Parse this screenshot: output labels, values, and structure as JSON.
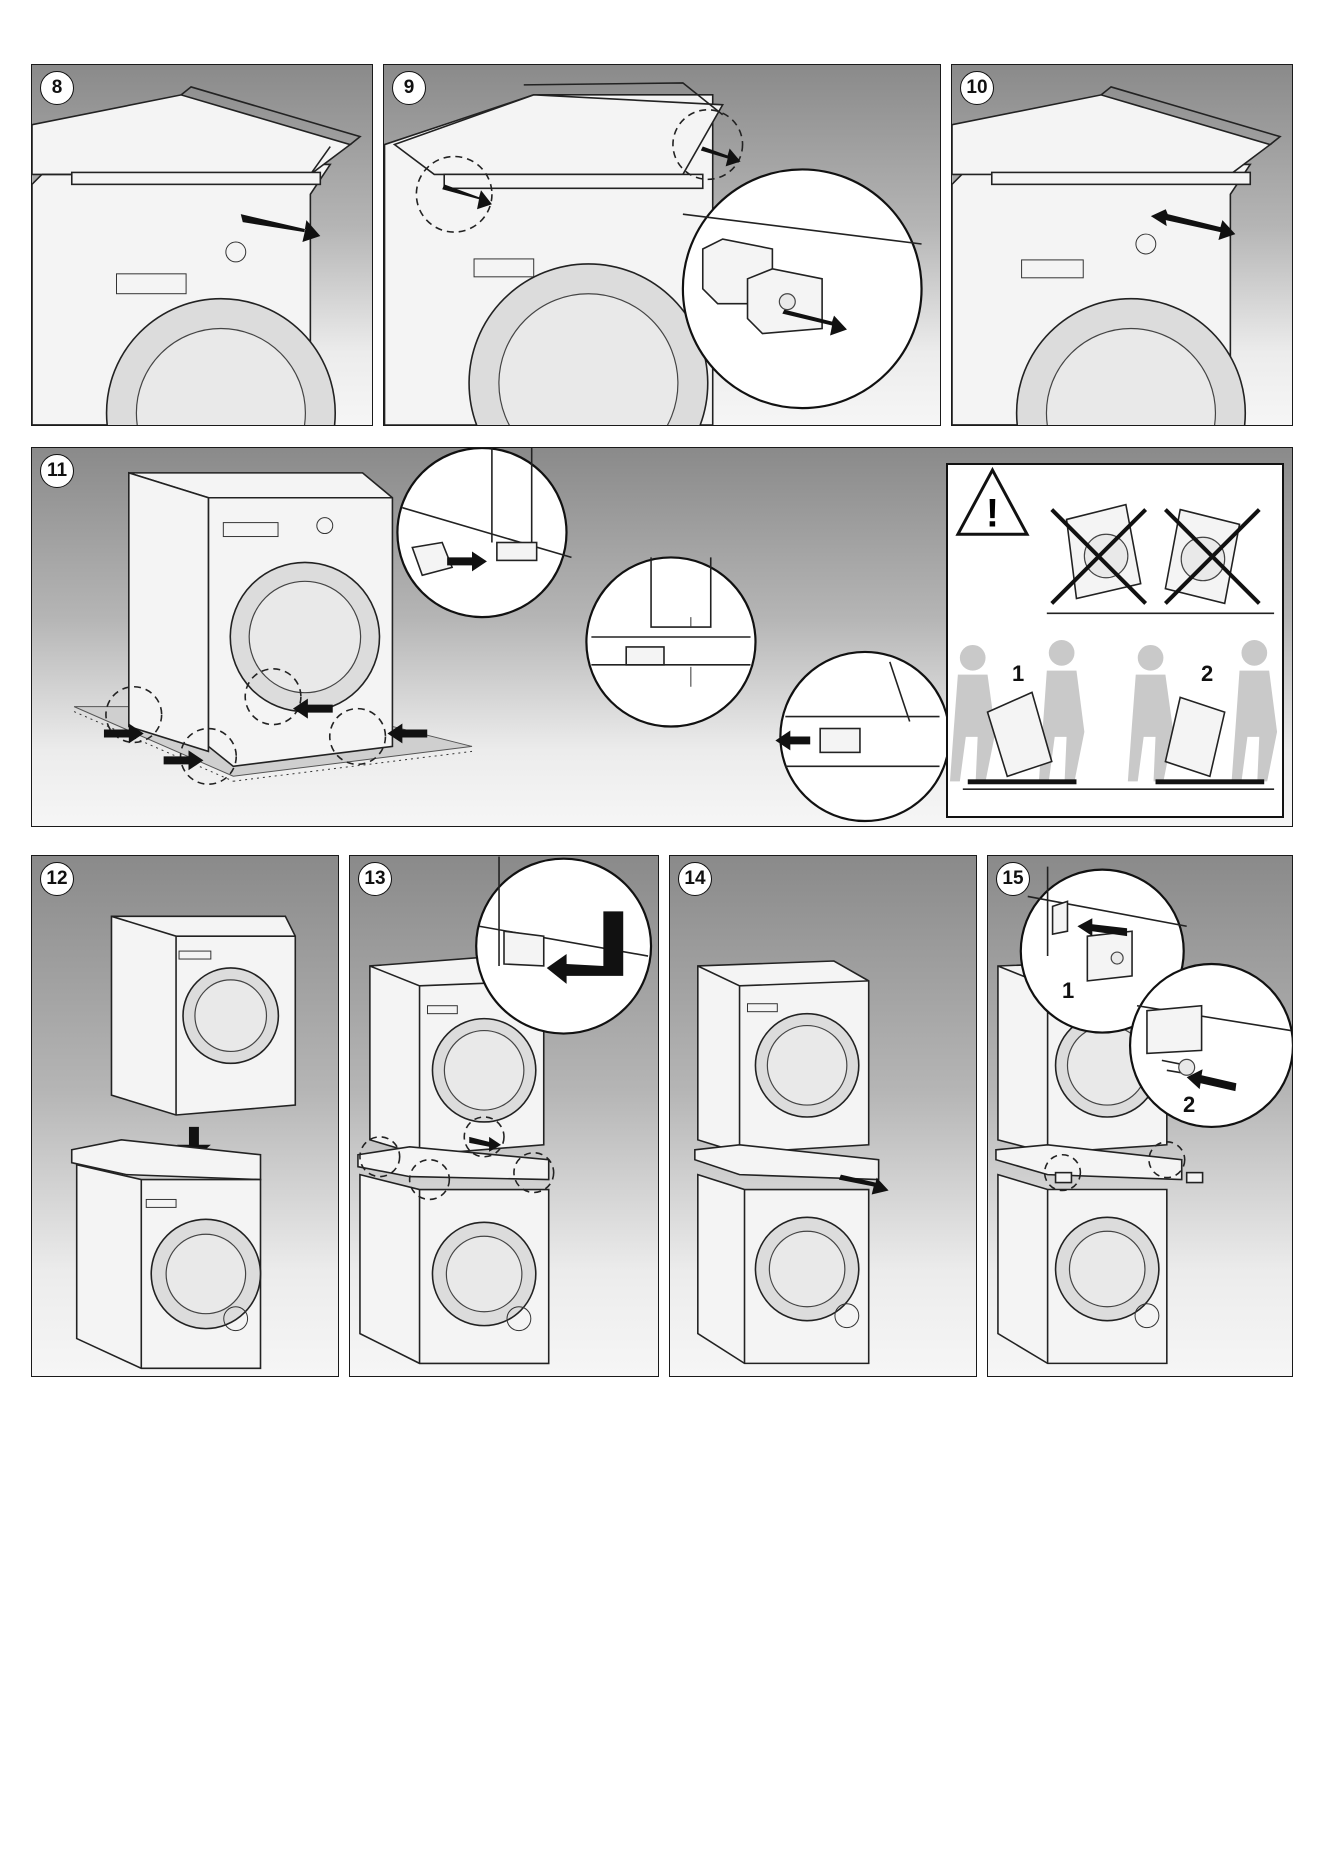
{
  "page": {
    "background": "#ffffff",
    "panel_border": "#1a1a1a",
    "gradient_top": "#8a8a8a",
    "gradient_bottom": "#f6f6f6"
  },
  "steps": [
    {
      "number": "8"
    },
    {
      "number": "9"
    },
    {
      "number": "10"
    },
    {
      "number": "11"
    },
    {
      "number": "12"
    },
    {
      "number": "13"
    },
    {
      "number": "14"
    },
    {
      "number": "15"
    }
  ],
  "warning": {
    "icon": "warning-triangle-icon",
    "lift_labels": [
      "1",
      "2"
    ]
  },
  "step15_callouts": [
    "1",
    "2"
  ]
}
